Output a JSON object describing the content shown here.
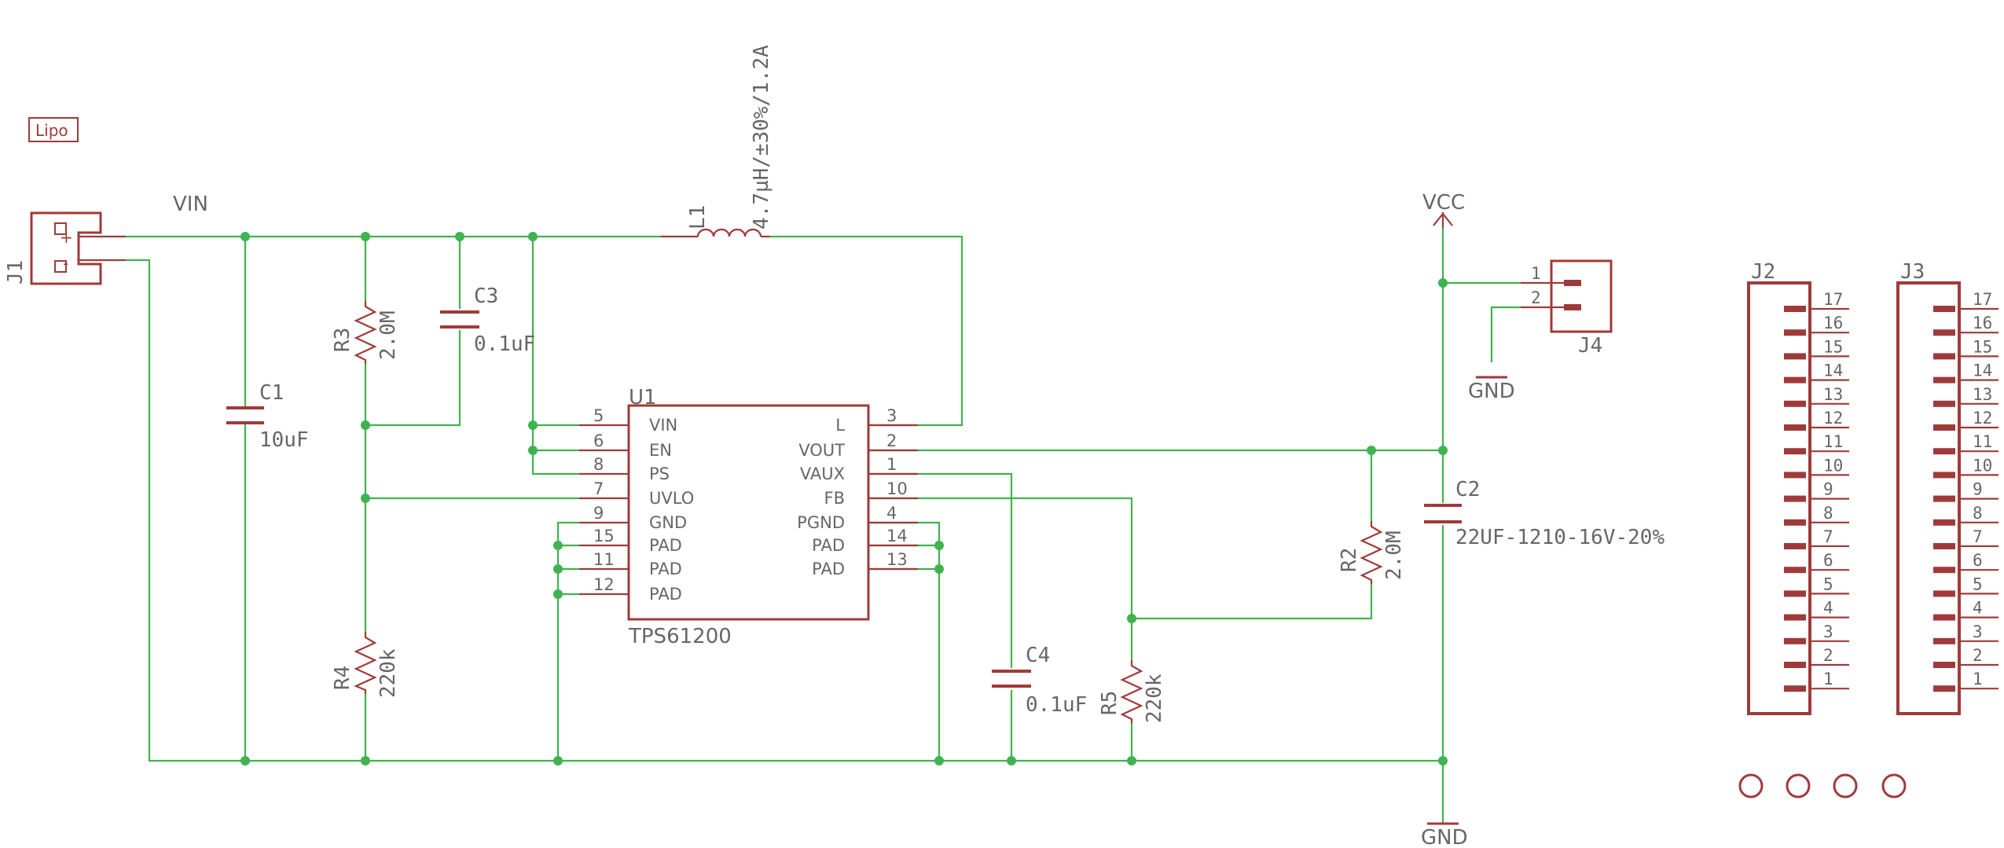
{
  "schematic": {
    "frame_label": "Lipo",
    "net_vin": "VIN",
    "net_vcc": "VCC",
    "net_gnd_main": "GND",
    "net_gnd_j4": "GND",
    "j1": {
      "ref": "J1",
      "plus": "+",
      "minus": "-"
    },
    "c1": {
      "ref": "C1",
      "value": "10uF"
    },
    "c2": {
      "ref": "C2",
      "value": "22UF-1210-16V-20%"
    },
    "c3": {
      "ref": "C3",
      "value": "0.1uF"
    },
    "c4": {
      "ref": "C4",
      "value": "0.1uF"
    },
    "r2": {
      "ref": "R2",
      "value": "2.0M"
    },
    "r3": {
      "ref": "R3",
      "value": "2.0M"
    },
    "r4": {
      "ref": "R4",
      "value": "220k"
    },
    "r5": {
      "ref": "R5",
      "value": "220k"
    },
    "l1": {
      "ref": "L1",
      "value": "4.7µH/±30%/1.2A"
    },
    "u1": {
      "ref": "U1",
      "part": "TPS61200",
      "left_pins": [
        {
          "num": "5",
          "name": "VIN"
        },
        {
          "num": "6",
          "name": "EN"
        },
        {
          "num": "8",
          "name": "PS"
        },
        {
          "num": "7",
          "name": "UVLO"
        },
        {
          "num": "9",
          "name": "GND"
        },
        {
          "num": "15",
          "name": "PAD"
        },
        {
          "num": "11",
          "name": "PAD"
        },
        {
          "num": "12",
          "name": "PAD"
        }
      ],
      "right_pins": [
        {
          "num": "3",
          "name": "L"
        },
        {
          "num": "2",
          "name": "VOUT"
        },
        {
          "num": "1",
          "name": "VAUX"
        },
        {
          "num": "10",
          "name": "FB"
        },
        {
          "num": "4",
          "name": "PGND"
        },
        {
          "num": "14",
          "name": "PAD"
        },
        {
          "num": "13",
          "name": "PAD"
        }
      ]
    },
    "j4": {
      "ref": "J4",
      "pins": [
        "1",
        "2"
      ]
    },
    "j2": {
      "ref": "J2",
      "pins": [
        "17",
        "16",
        "15",
        "14",
        "13",
        "12",
        "11",
        "10",
        "9",
        "8",
        "7",
        "6",
        "5",
        "4",
        "3",
        "2",
        "1"
      ]
    },
    "j3": {
      "ref": "J3",
      "pins": [
        "17",
        "16",
        "15",
        "14",
        "13",
        "12",
        "11",
        "10",
        "9",
        "8",
        "7",
        "6",
        "5",
        "4",
        "3",
        "2",
        "1"
      ]
    },
    "colors": {
      "wire": "#3fb34f",
      "part": "#a03a3a",
      "text": "#666666",
      "background": "#ffffff"
    }
  }
}
